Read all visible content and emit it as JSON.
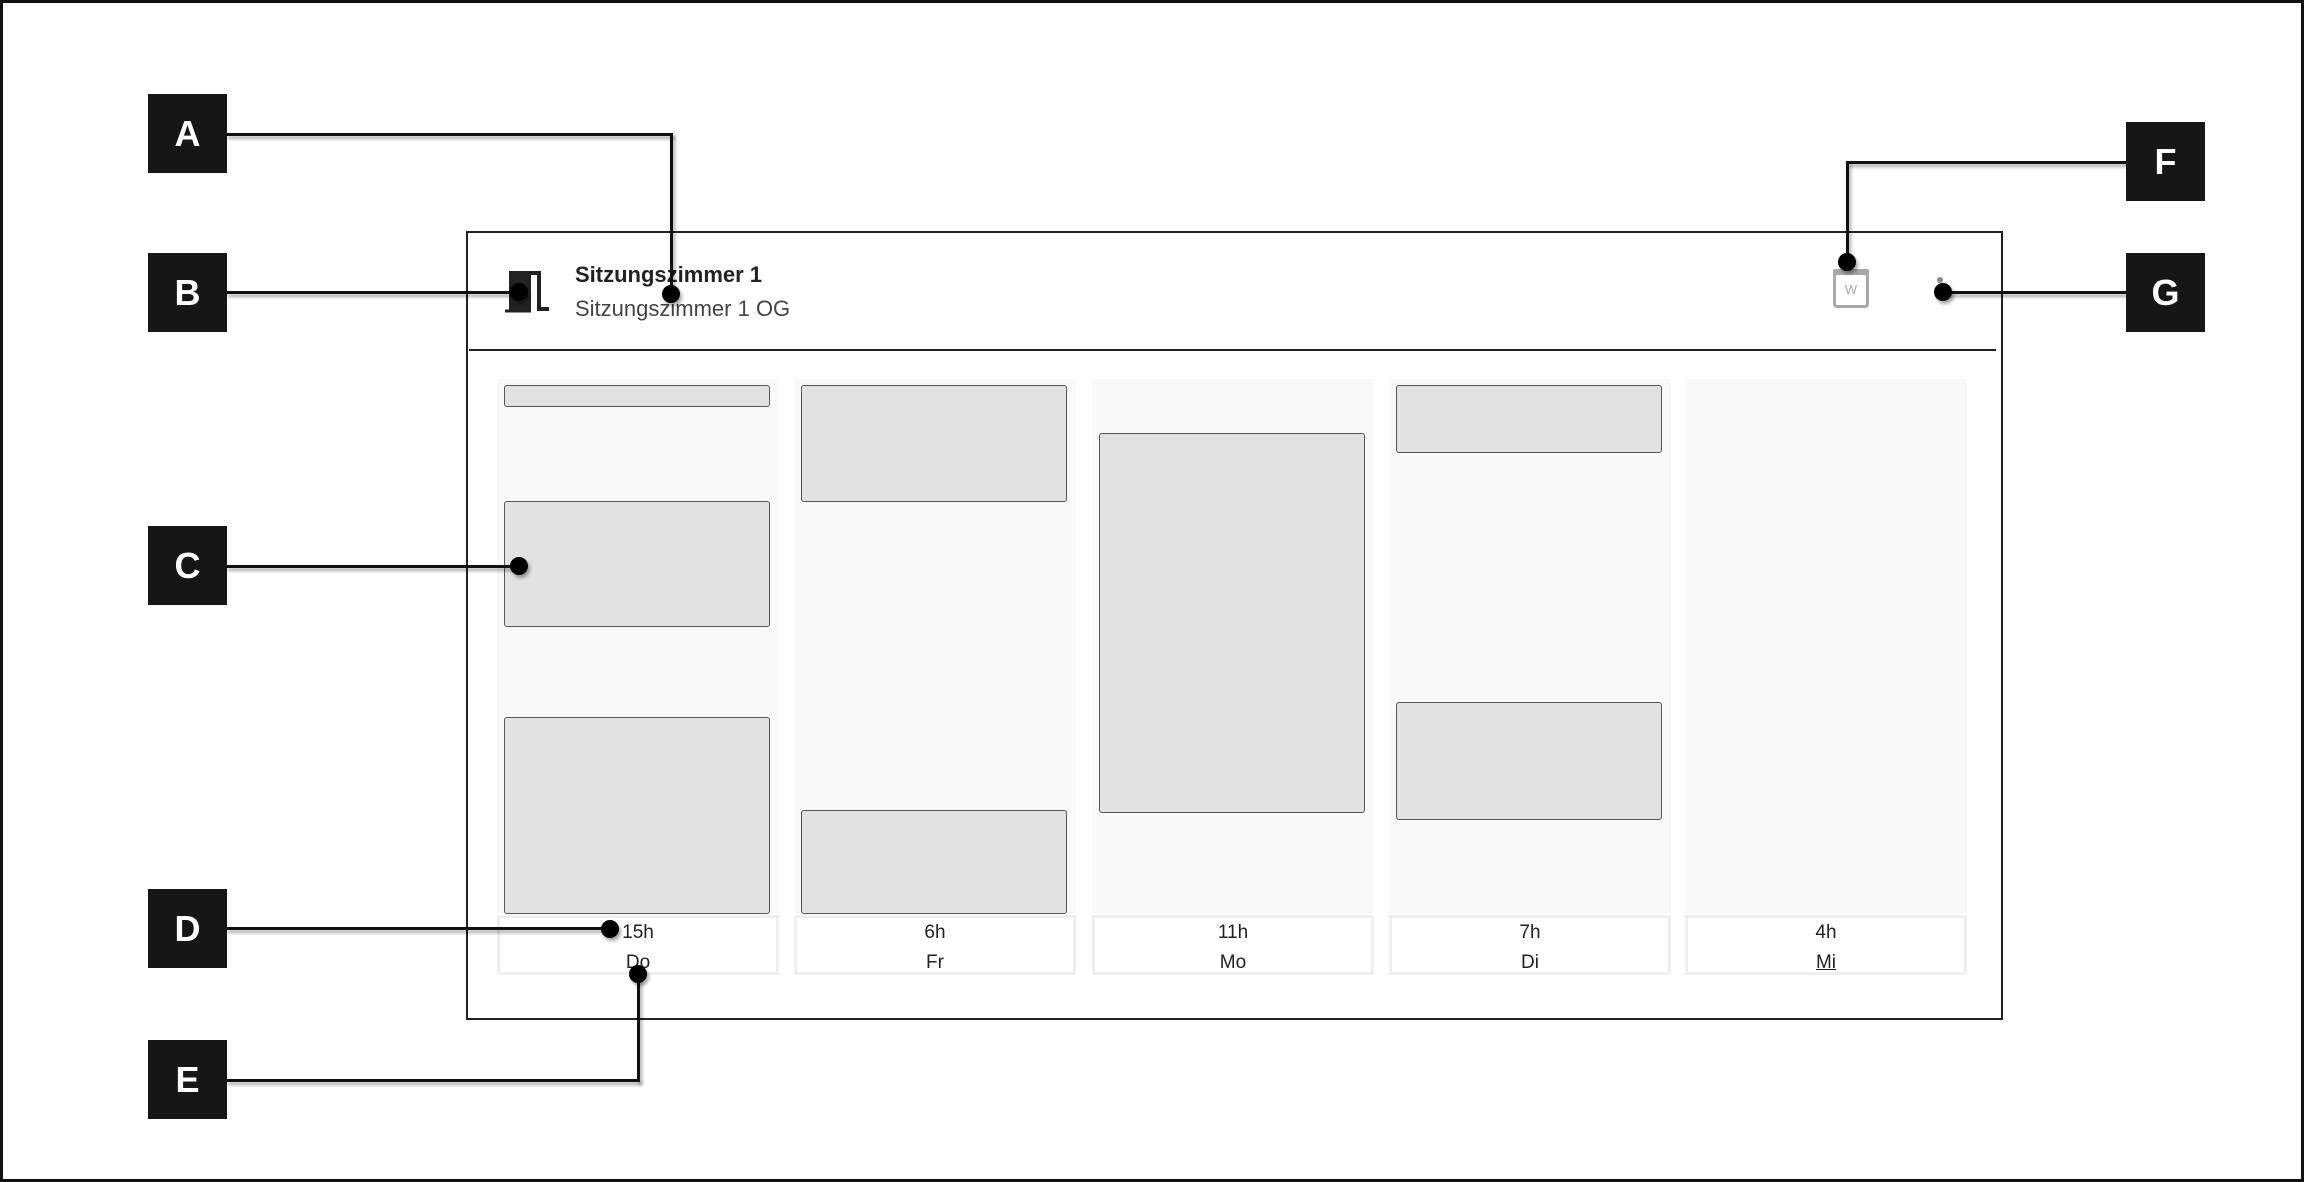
{
  "header": {
    "title": "Sitzungszimmer 1",
    "subtitle": "Sitzungszimmer 1 OG",
    "room_icon": "door-icon",
    "calendar_icon": "calendar-week-icon",
    "calendar_icon_letter": "W",
    "menu_icon": "menu-dot-icon"
  },
  "days": [
    {
      "day": "Do",
      "hours": "15h",
      "events": 3
    },
    {
      "day": "Fr",
      "hours": "6h",
      "events": 2
    },
    {
      "day": "Mo",
      "hours": "11h",
      "events": 1
    },
    {
      "day": "Di",
      "hours": "7h",
      "events": 2
    },
    {
      "day": "Mi",
      "hours": "4h",
      "events": 0,
      "selected": true
    }
  ],
  "callouts": {
    "a": "A",
    "b": "B",
    "c": "C",
    "d": "D",
    "e": "E",
    "f": "F",
    "g": "G"
  }
}
